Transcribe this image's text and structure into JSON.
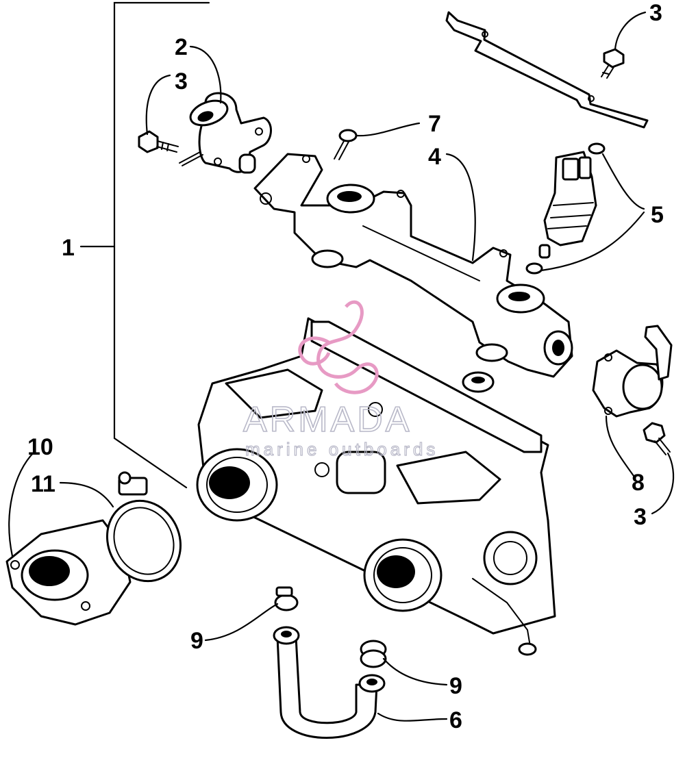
{
  "callouts": {
    "c1": "1",
    "c2": "2",
    "c3_top": "3",
    "c3_left": "3",
    "c3_bottom": "3",
    "c4": "4",
    "c5": "5",
    "c6": "6",
    "c7": "7",
    "c8": "8",
    "c9_left": "9",
    "c9_right": "9",
    "c10": "10",
    "c11": "11"
  },
  "watermark": {
    "brand": "ARMADA",
    "tagline": "marine outboards",
    "logo_color": "#e79ac4"
  }
}
